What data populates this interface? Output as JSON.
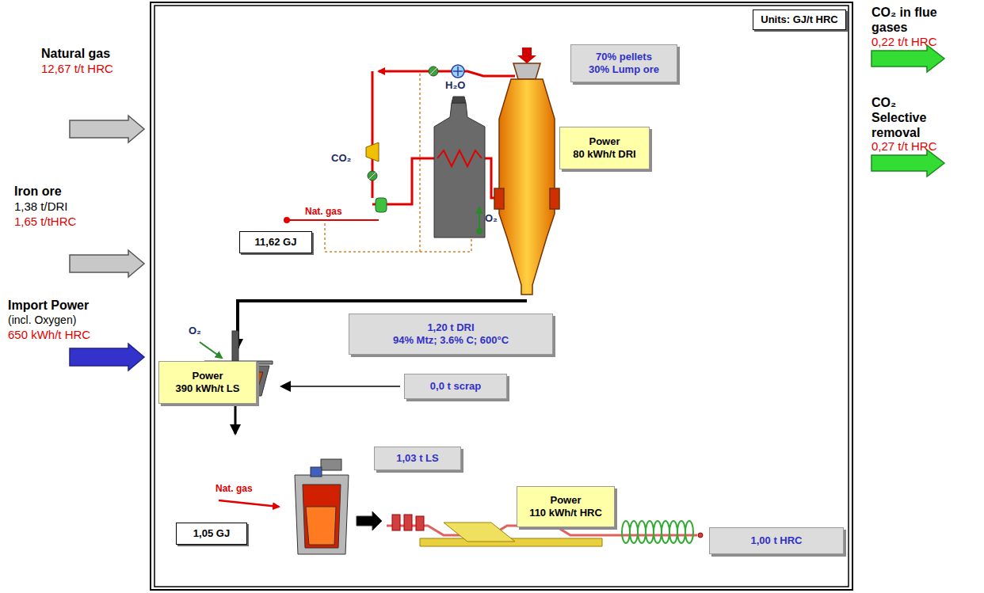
{
  "diagram": {
    "nodes": [
      {
        "text": [
          "Units: GJ/t HRC"
        ]
      },
      {
        "text": [
          "70% pellets",
          "30% Lump ore"
        ]
      },
      {
        "text": [
          "Power",
          "80 kWh/t DRI"
        ]
      },
      {
        "text": [
          "11,62 GJ"
        ]
      },
      {
        "text": [
          "1,20 t DRI",
          "94% Mtz; 3.6% C; 600°C"
        ]
      },
      {
        "text": [
          "Power",
          "390 kWh/t LS"
        ]
      },
      {
        "text": [
          "0,0 t scrap"
        ]
      },
      {
        "text": [
          "1,03 t LS"
        ]
      },
      {
        "text": [
          "Power",
          "110 kWh/t HRC"
        ]
      },
      {
        "text": [
          "1,05 GJ"
        ]
      },
      {
        "text": [
          "1,00 t HRC"
        ]
      }
    ],
    "labels": [
      "Natural gas",
      "12,67 t/t HRC",
      "Iron ore",
      "1,38 t/DRI",
      "1,65 t/tHRC",
      "Import Power",
      "(incl. Oxygen)",
      "650 kWh/t HRC",
      "CO₂ in flue gases",
      "0,22 t/t HRC",
      "CO₂ Selective removal",
      "0,27 t/t HRC",
      "H₂O",
      "CO₂",
      "Nat. gas",
      "O₂",
      "O₂",
      "Nat. gas"
    ]
  }
}
